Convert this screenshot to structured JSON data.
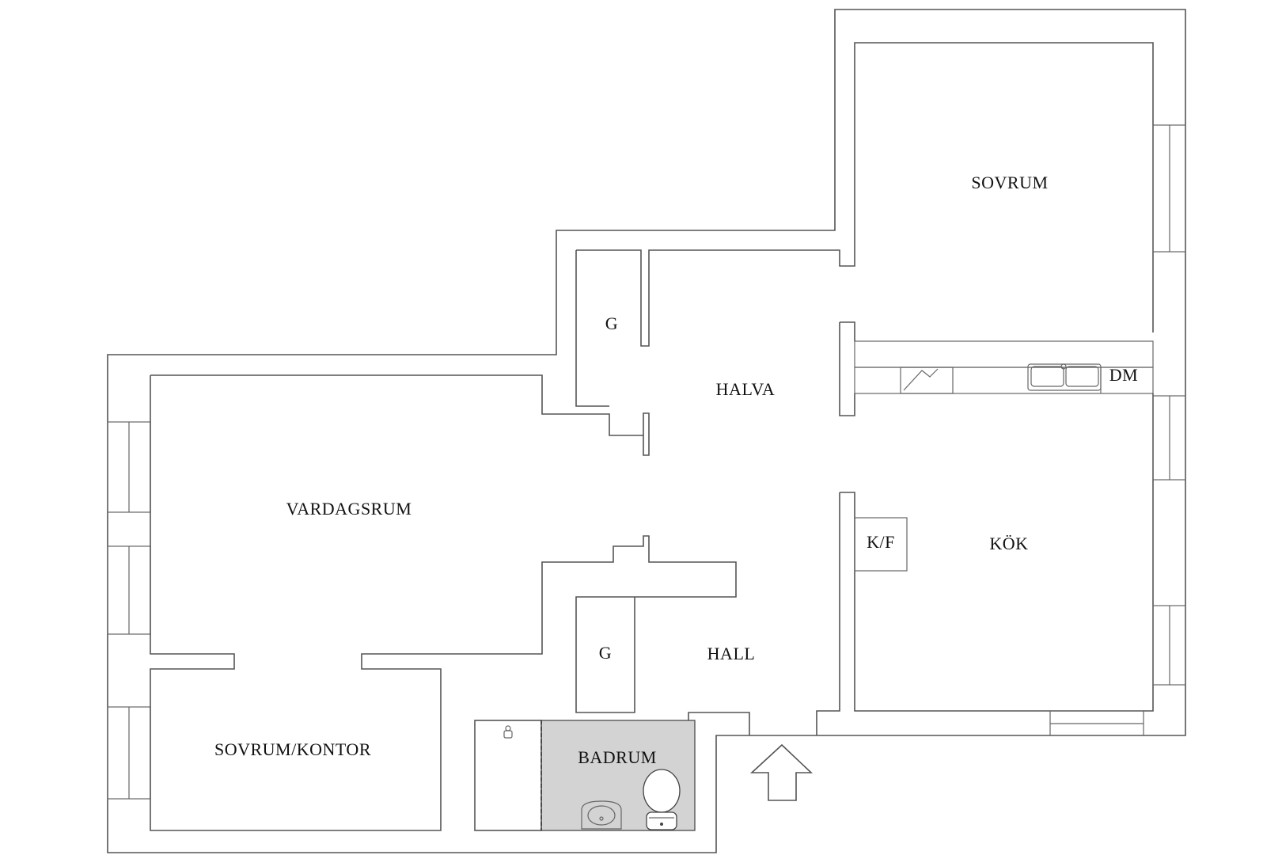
{
  "floorplan": {
    "rooms": {
      "sovrum": "SOVRUM",
      "halva": "HALVA",
      "g_upper": "G",
      "dm": "DM",
      "vardagsrum": "VARDAGSRUM",
      "kf": "K/F",
      "kok": "KÖK",
      "g_lower": "G",
      "hall": "HALL",
      "sovrum_kontor": "SOVRUM/KONTOR",
      "badrum": "BADRUM"
    },
    "colors": {
      "wall": "#555555",
      "bathroom_floor": "#d3d3d3",
      "background": "#ffffff"
    },
    "icons": [
      "entrance-arrow-icon",
      "toilet-icon",
      "sink-icon",
      "shower-icon",
      "kitchen-sink-icon",
      "stove-icon"
    ]
  }
}
